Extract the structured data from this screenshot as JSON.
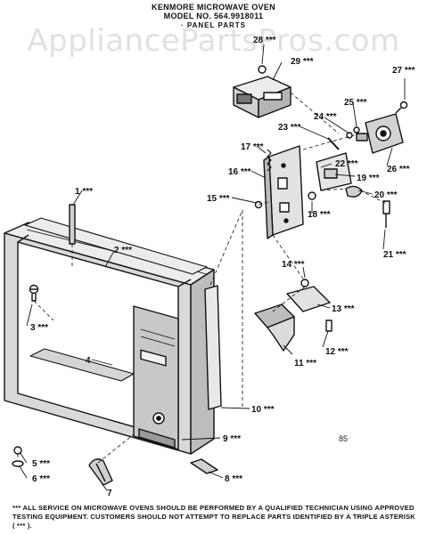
{
  "header": {
    "brand_line": "KENMORE MICROWAVE OVEN",
    "model_line": "MODEL NO. 564.9918011",
    "section_line": "· PANEL PARTS"
  },
  "watermark": "AppliancePartsPros.com",
  "diagram_code": "85",
  "callouts": [
    "1 ***",
    "2 ***",
    "3 ***",
    "4",
    "5 ***",
    "6 ***",
    "7",
    "8 ***",
    "9 ***",
    "10 ***",
    "11 ***",
    "12 ***",
    "13 ***",
    "14 ***",
    "15 ***",
    "16 ***",
    "17 ***",
    "18 ***",
    "19 ***",
    "20 ***",
    "21 ***",
    "22 ***",
    "23 ***",
    "24 ***",
    "25 ***",
    "26 ***",
    "27 ***",
    "28 ***",
    "29 ***"
  ],
  "footnote": "*** ALL SERVICE ON MICROWAVE OVENS SHOULD BE PERFORMED BY A QUALIFIED TECHNICIAN USING APPROVED TESTING EQUIPMENT. CUSTOMERS SHOULD NOT ATTEMPT TO REPLACE PARTS IDENTIFIED BY A TRIPLE ASTERISK ( *** )."
}
